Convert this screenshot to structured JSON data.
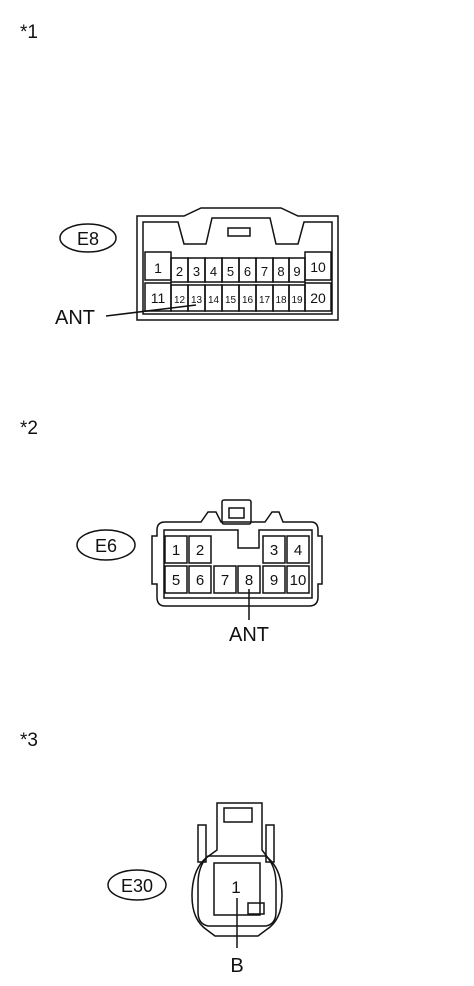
{
  "sections": [
    {
      "label": "*1",
      "connector_id": "E8",
      "pins_top": [
        "1",
        "2",
        "3",
        "4",
        "5",
        "6",
        "7",
        "8",
        "9",
        "10"
      ],
      "pins_bottom": [
        "11",
        "12",
        "13",
        "14",
        "15",
        "16",
        "17",
        "18",
        "19",
        "20"
      ],
      "callout": "ANT"
    },
    {
      "label": "*2",
      "connector_id": "E6",
      "pins_top": [
        "1",
        "2",
        "3",
        "4"
      ],
      "pins_bottom": [
        "5",
        "6",
        "7",
        "8",
        "9",
        "10"
      ],
      "callout": "ANT"
    },
    {
      "label": "*3",
      "connector_id": "E30",
      "pins": [
        "1"
      ],
      "callout": "B"
    }
  ]
}
